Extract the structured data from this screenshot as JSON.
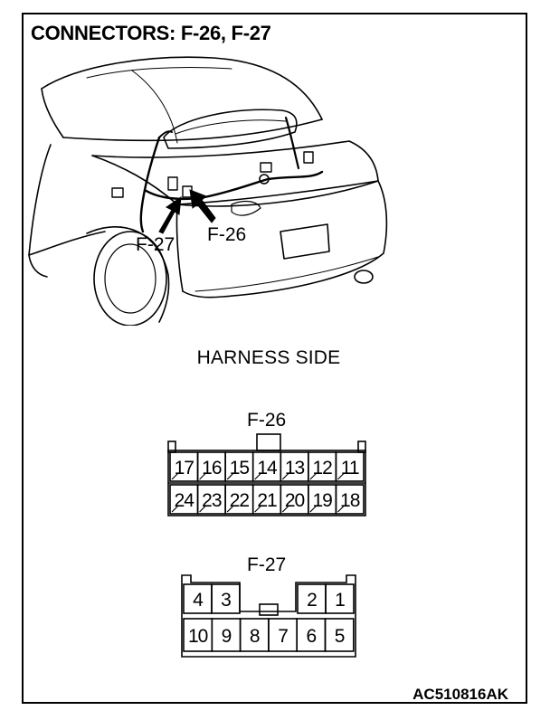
{
  "title": "CONNECTORS: F-26, F-27",
  "callouts": {
    "f27": "F-27",
    "f26": "F-26"
  },
  "harness_side": "HARNESS SIDE",
  "f26": {
    "name": "F-26",
    "top_row": [
      "17",
      "16",
      "15",
      "14",
      "13",
      "12",
      "11"
    ],
    "bottom_row": [
      "24",
      "23",
      "22",
      "21",
      "20",
      "19",
      "18"
    ]
  },
  "f27": {
    "name": "F-27",
    "top_left": [
      "4",
      "3"
    ],
    "top_right": [
      "2",
      "1"
    ],
    "bottom_row": [
      "10",
      "9",
      "8",
      "7",
      "6",
      "5"
    ]
  },
  "code": "AC510816AK"
}
